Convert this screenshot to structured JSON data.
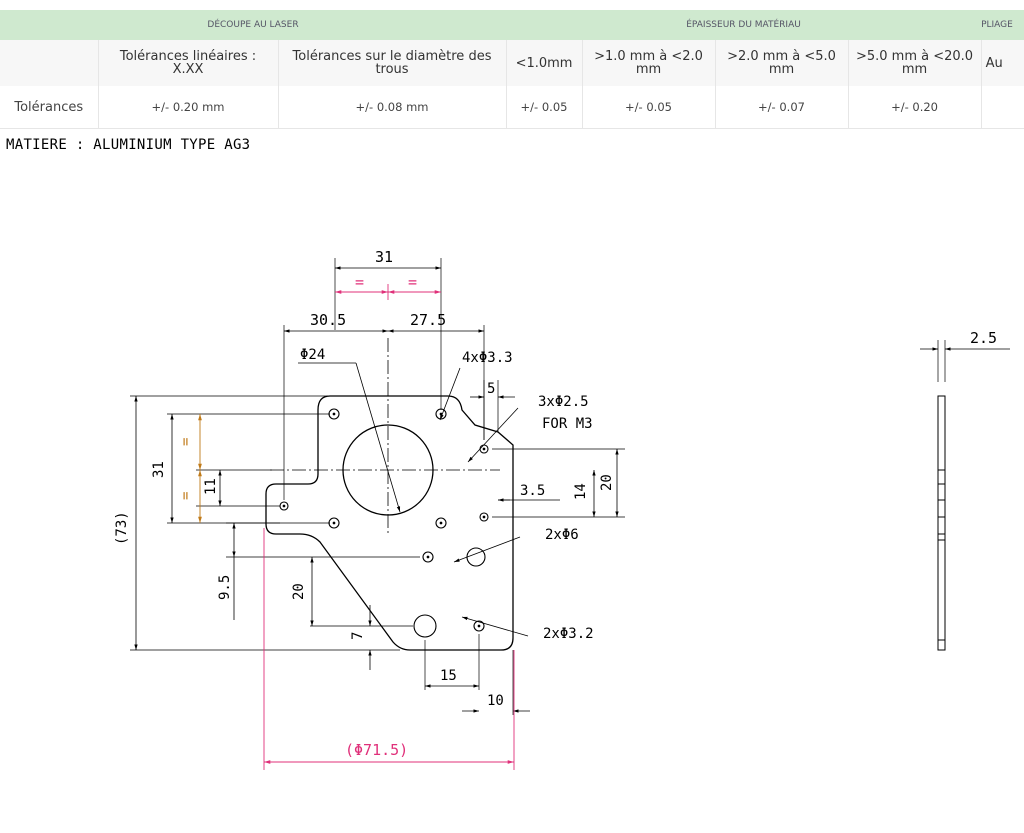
{
  "table": {
    "groups": {
      "laser": "DÉCOUPE AU LASER",
      "thickness": "ÉPAISSEUR DU MATÉRIAU",
      "bending": "PLIAGE"
    },
    "headers": {
      "blank": "",
      "linear": "Tolérances linéaires : X.XX",
      "hole": "Tolérances sur le diamètre des trous",
      "t1": "<1.0mm",
      "t2": ">1.0 mm à <2.0 mm",
      "t3": ">2.0 mm à <5.0 mm",
      "t4": ">5.0 mm à <20.0 mm",
      "bend": "Au"
    },
    "row": {
      "label": "Tolérances",
      "linear": "+/- 0.20 mm",
      "hole": "+/- 0.08 mm",
      "t1": "+/- 0.05",
      "t2": "+/- 0.05",
      "t3": "+/- 0.07",
      "t4": "+/- 0.20",
      "bend": ""
    }
  },
  "material": "MATIERE : ALUMINIUM TYPE AG3",
  "drawing": {
    "dims": {
      "d31_top": "31",
      "eq": "=",
      "d30_5": "30.5",
      "d27_5": "27.5",
      "dia24": "Φ24",
      "holes_4x": "4xΦ3.3",
      "d5": "5",
      "holes_3x": "3xΦ2.5",
      "for_m3": "FOR M3",
      "d20_right": "20",
      "d14": "14",
      "d3_5": "3.5",
      "holes_2x6": "2xΦ6",
      "holes_2x3_2": "2xΦ3.2",
      "d15": "15",
      "d10": "10",
      "dia71_5": "(Φ71.5)",
      "d73": "(73)",
      "d31_left": "31",
      "d11": "11",
      "d9_5": "9.5",
      "d20_left": "20",
      "d7": "7",
      "thickness": "2.5"
    }
  }
}
